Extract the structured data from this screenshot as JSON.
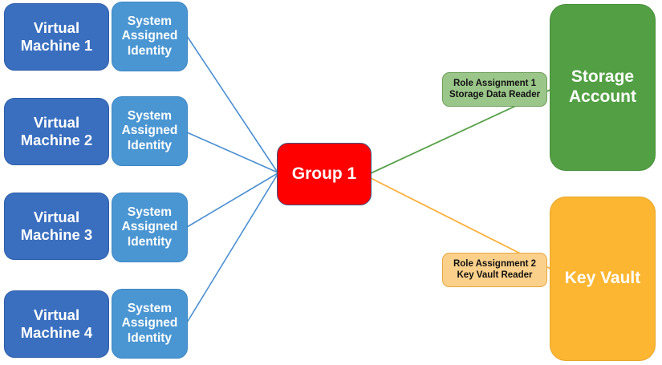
{
  "diagram": {
    "title": "Azure managed identity group role assignment diagram",
    "colors": {
      "vm_fill": "#3A6FBF",
      "identity_fill": "#4A96D2",
      "group_fill": "#FF0000",
      "storage_fill": "#53A044",
      "keyvault_fill": "#FCB631",
      "role_green_fill": "#9BC68A",
      "role_orange_fill": "#FBD08A",
      "edge_blue": "#4A8FD0",
      "edge_green": "#59A14A",
      "edge_orange": "#FBB03B"
    }
  },
  "virtual_machines": [
    {
      "name": "Virtual\nMachine  1",
      "identity": "System\nAssigned\nIdentity"
    },
    {
      "name": "Virtual\nMachine  2",
      "identity": "System\nAssigned\nIdentity"
    },
    {
      "name": "Virtual\nMachine  3",
      "identity": "System\nAssigned\nIdentity"
    },
    {
      "name": "Virtual\nMachine  4",
      "identity": "System\nAssigned\nIdentity"
    }
  ],
  "group": {
    "label": "Group 1"
  },
  "role_assignments": [
    {
      "label": "Role Assignment 1\nStorage Data Reader",
      "target": "storage-account"
    },
    {
      "label": "Role Assignment 2\nKey Vault Reader",
      "target": "key-vault"
    }
  ],
  "resources": [
    {
      "label": "Storage\nAccount"
    },
    {
      "label": "Key Vault"
    }
  ]
}
